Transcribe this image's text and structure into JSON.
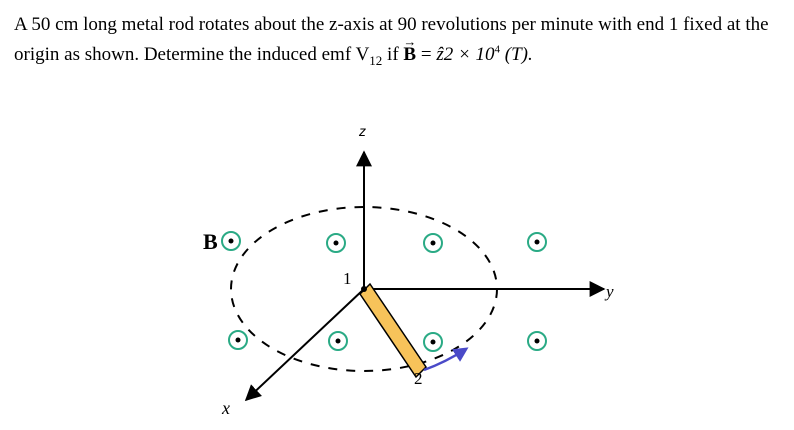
{
  "problem": {
    "text_before": "A 50 cm long metal rod rotates about the z-axis at 90 revolutions per minute with end 1 fixed at the origin as shown. Determine the induced emf V",
    "v_subscript": "12",
    "text_if": " if ",
    "field_symbol": "B",
    "equals": " = ",
    "field_expr": "ẑ2 × 10",
    "field_exponent": "4",
    "field_unit": " (T)."
  },
  "diagram": {
    "axis_z_label": "z",
    "axis_y_label": "y",
    "axis_x_label": "x",
    "field_label": "B",
    "end1_label": "1",
    "end2_label": "2",
    "colors": {
      "rod_fill": "#f7c35a",
      "rod_stroke": "#000000",
      "arrow": "#4a4ac8",
      "circle": "#2aaa85",
      "axis": "#000000"
    }
  }
}
